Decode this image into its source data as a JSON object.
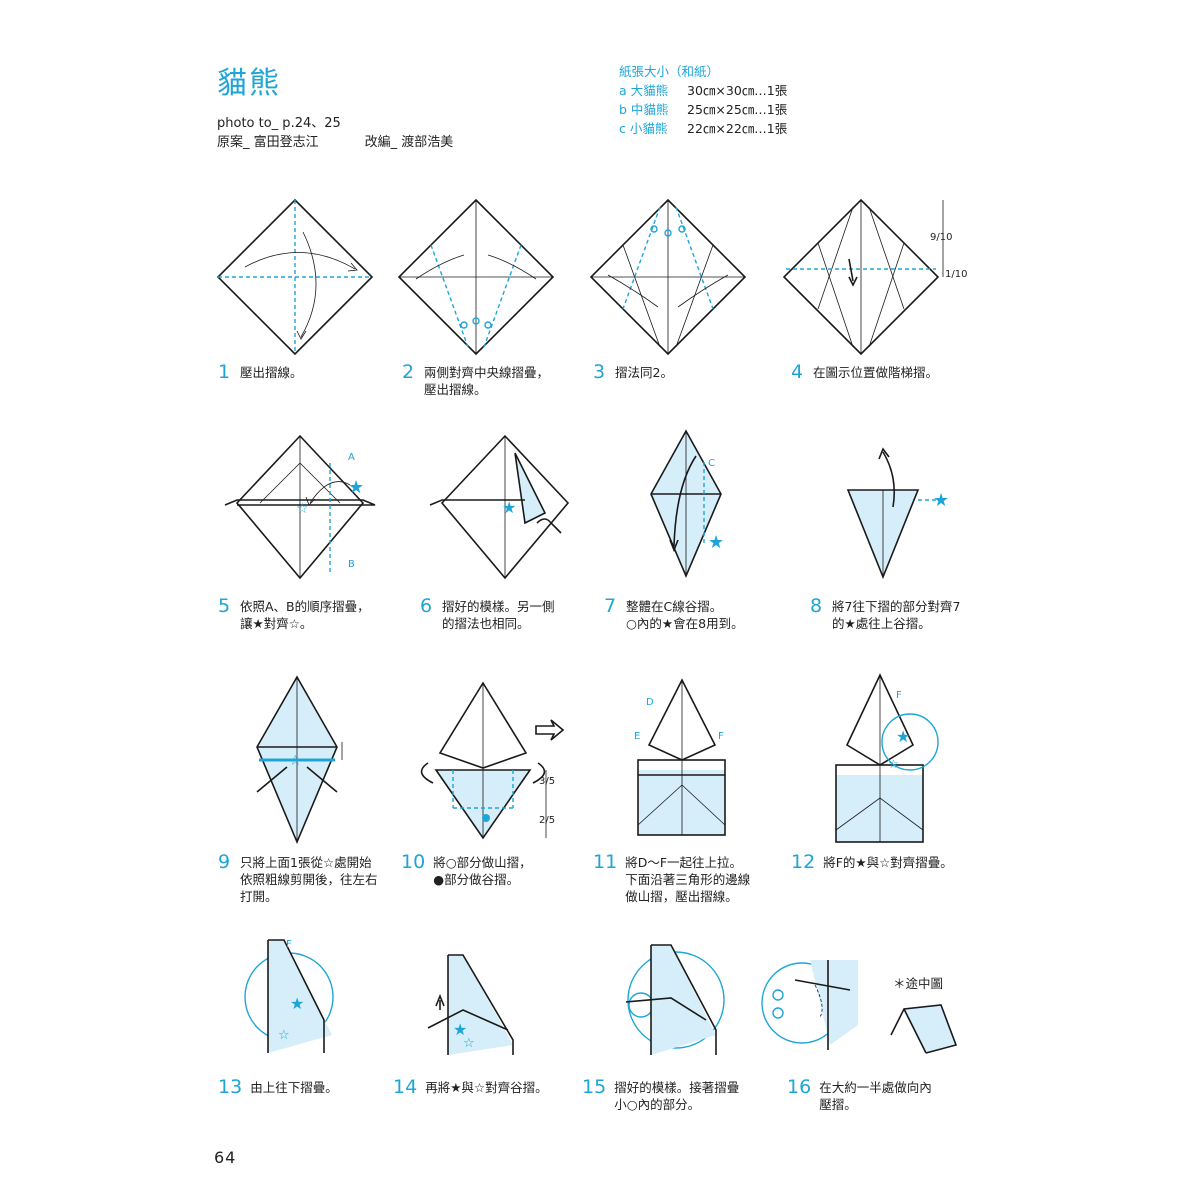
{
  "title": "貓熊",
  "photo_ref": "photo to_ p.24、25",
  "credits": {
    "original": "原案_ 富田登志江",
    "adapted": "改編_ 渡部浩美"
  },
  "paper": {
    "heading": "紙張大小（和紙）",
    "sizes": [
      {
        "label": "a 大貓熊",
        "size": "30㎝×30㎝…1張"
      },
      {
        "label": "b 中貓熊",
        "size": "25㎝×25㎝…1張"
      },
      {
        "label": "c 小貓熊",
        "size": "22㎝×22㎝…1張"
      }
    ]
  },
  "steps": [
    {
      "num": "1",
      "text": "壓出摺線。"
    },
    {
      "num": "2",
      "text": "兩側對齊中央線摺疊，\n壓出摺線。"
    },
    {
      "num": "3",
      "text": "摺法同2。"
    },
    {
      "num": "4",
      "text": "在圖示位置做階梯摺。"
    },
    {
      "num": "5",
      "text": "依照A、B的順序摺疊，\n讓★對齊☆。"
    },
    {
      "num": "6",
      "text": "摺好的模樣。另一側\n的摺法也相同。"
    },
    {
      "num": "7",
      "text": "整體在C線谷摺。\n○內的★會在8用到。"
    },
    {
      "num": "8",
      "text": "將7往下摺的部分對齊7\n的★處往上谷摺。"
    },
    {
      "num": "9",
      "text": "只將上面1張從☆處開始\n依照粗線剪開後，往左右\n打開。"
    },
    {
      "num": "10",
      "text": "將○部分做山摺，\n●部分做谷摺。"
    },
    {
      "num": "11",
      "text": "將D～F一起往上拉。\n下面沿著三角形的邊線\n做山摺，壓出摺線。"
    },
    {
      "num": "12",
      "text": "將F的★與☆對齊摺疊。"
    },
    {
      "num": "13",
      "text": "由上往下摺疊。"
    },
    {
      "num": "14",
      "text": "再將★與☆對齊谷摺。"
    },
    {
      "num": "15",
      "text": "摺好的模樣。接著摺疊\n小○內的部分。"
    },
    {
      "num": "16",
      "text": "在大約一半處做向內\n壓摺。"
    }
  ],
  "diagram_labels": {
    "step4_top": "9/10",
    "step4_bottom": "1/10",
    "step5_a": "A",
    "step5_b": "B",
    "step7_c": "C",
    "step10_top": "3/5",
    "step10_bottom": "2/5",
    "step11_d": "D",
    "step11_e": "E",
    "step11_f": "F",
    "step12_f": "F",
    "step13_f": "F"
  },
  "note": "＊途中圖",
  "page_number": "64",
  "colors": {
    "accent": "#1ea5d8",
    "paper_fill": "#d6eef9",
    "ink": "#1a1a1a"
  }
}
